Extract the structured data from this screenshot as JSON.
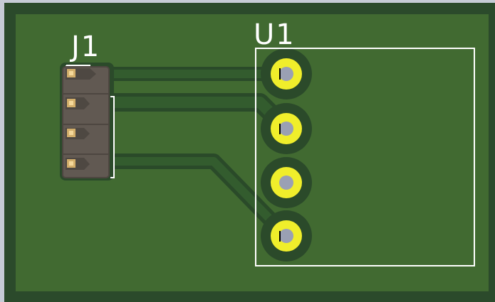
{
  "board": {
    "colors": {
      "background": "#c6cbd6",
      "board_edge": "#2b4a2b",
      "board_fill": "#416a31",
      "board_outline": "#2f532a",
      "copper_track": "#2f532a",
      "clearance": "#264526",
      "silkscreen": "#ffffff",
      "pad_copper": "#f0ee2b",
      "pad_drill": "#9aa0b4",
      "header_body": "#625a52",
      "header_pin": "#d7b06a"
    }
  },
  "components": {
    "j1": {
      "reference": "J1",
      "type": "pin-header",
      "pins": [
        "1",
        "2",
        "3",
        "4"
      ]
    },
    "u1": {
      "reference": "U1",
      "type": "through-hole-footprint",
      "pads": [
        "1",
        "2",
        "3",
        "4"
      ]
    }
  }
}
